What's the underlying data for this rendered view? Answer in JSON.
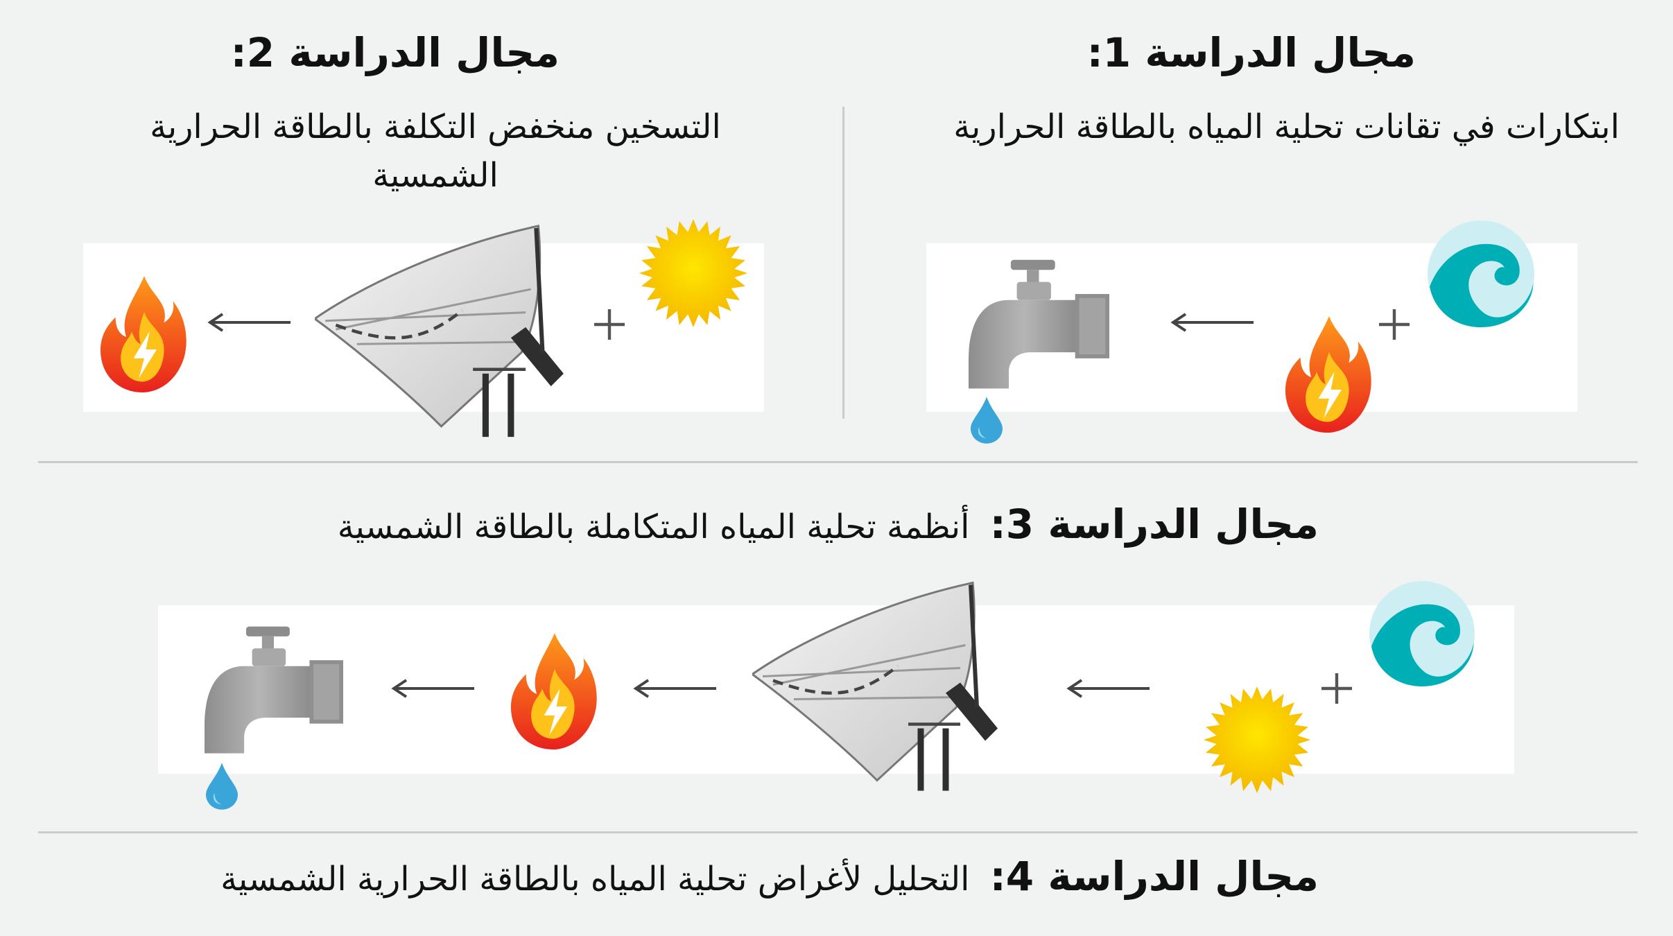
{
  "area1": {
    "title": "مجال الدراسة 1:",
    "subtitle": "ابتكارات في تقانات تحلية المياه بالطاقة الحرارية"
  },
  "area2": {
    "title": "مجال الدراسة 2:",
    "subtitle_line1": "التسخين منخفض التكلفة بالطاقة الحرارية",
    "subtitle_line2": "الشمسية"
  },
  "area3": {
    "title": "مجال الدراسة 3:",
    "subtitle": "أنظمة تحلية المياه المتكاملة بالطاقة الشمسية"
  },
  "area4": {
    "title": "مجال الدراسة 4:",
    "subtitle": "التحليل لأغراض تحلية المياه بالطاقة الحرارية الشمسية"
  },
  "icons": {
    "area1": [
      "seawater-icon",
      "plus-icon",
      "heat-flame-icon",
      "arrow-left-icon",
      "water-tap-icon"
    ],
    "area2": [
      "sun-icon",
      "plus-icon",
      "solar-concentrator-icon",
      "arrow-left-icon",
      "heat-flame-icon"
    ],
    "area3": [
      "seawater-icon",
      "plus-icon",
      "sun-icon",
      "arrow-left-icon",
      "solar-concentrator-icon",
      "arrow-left-icon",
      "heat-flame-icon",
      "arrow-left-icon",
      "water-tap-icon"
    ]
  },
  "colors": {
    "background": "#f1f2f2",
    "panel": "#ffffff",
    "divider": "#c9cccc",
    "sun": "#f7c400",
    "water": "#00aeb5",
    "flame": "#f04e1e"
  }
}
